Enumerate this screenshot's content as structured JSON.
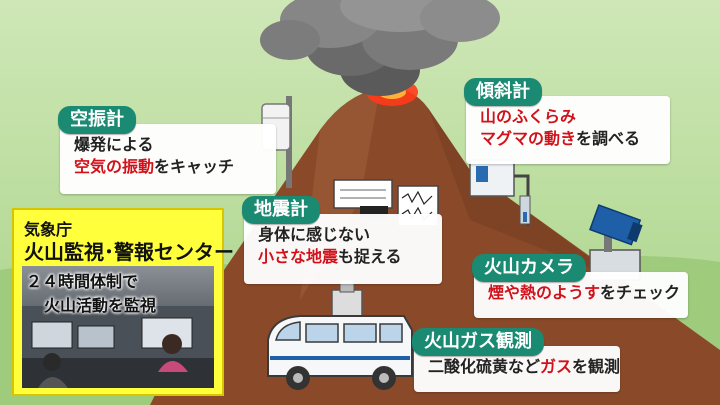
{
  "colors": {
    "accent": "#1a8a73",
    "highlight": "#d1121b",
    "panel": "#ffff3b",
    "mountain": "#8a4a2a",
    "sky": "#cfe7b7"
  },
  "callouts": {
    "kushin": {
      "title": "空振計",
      "line1": "爆発による",
      "line2_hl": "空気の振動",
      "line2_rest": "をキャッチ"
    },
    "keisha": {
      "title": "傾斜計",
      "line1_hl": "山のふくらみ",
      "line2_hl1": "マグマ",
      "line2_mid": "の",
      "line2_hl2": "動き",
      "line2_rest": "を調べる"
    },
    "jishin": {
      "title": "地震計",
      "line1": "身体に感じない",
      "line2_hl": "小さな地震",
      "line2_rest": "も捉える"
    },
    "camera": {
      "title": "火山カメラ",
      "line1_hl": "煙や熱のようす",
      "line1_rest": "をチェック"
    },
    "gas": {
      "title": "火山ガス観測",
      "line1": "二酸化硫黄など",
      "line1_hl": "ガス",
      "line1_rest": "を観測"
    }
  },
  "jma": {
    "agency": "気象庁",
    "center": "火山監視･警報センター",
    "line1": "２４時間体制で",
    "line2": "火山活動を監視"
  }
}
